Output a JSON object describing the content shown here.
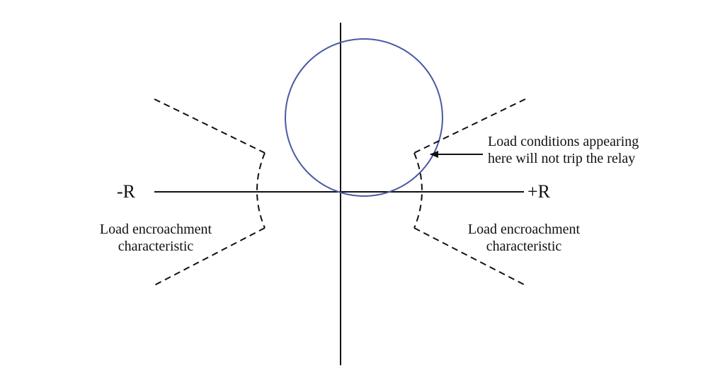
{
  "axes": {
    "neg_r_label": "-R",
    "pos_r_label": "+R"
  },
  "annotations": {
    "load_conditions": {
      "line1": "Load conditions appearing",
      "line2": "here will not trip the relay"
    },
    "left_encroachment": {
      "line1": "Load encroachment",
      "line2": "characteristic"
    },
    "right_encroachment": {
      "line1": "Load encroachment",
      "line2": "characteristic"
    }
  },
  "colors": {
    "axis": "#111111",
    "circle": "#4a5aa3",
    "dashed": "#111111"
  }
}
